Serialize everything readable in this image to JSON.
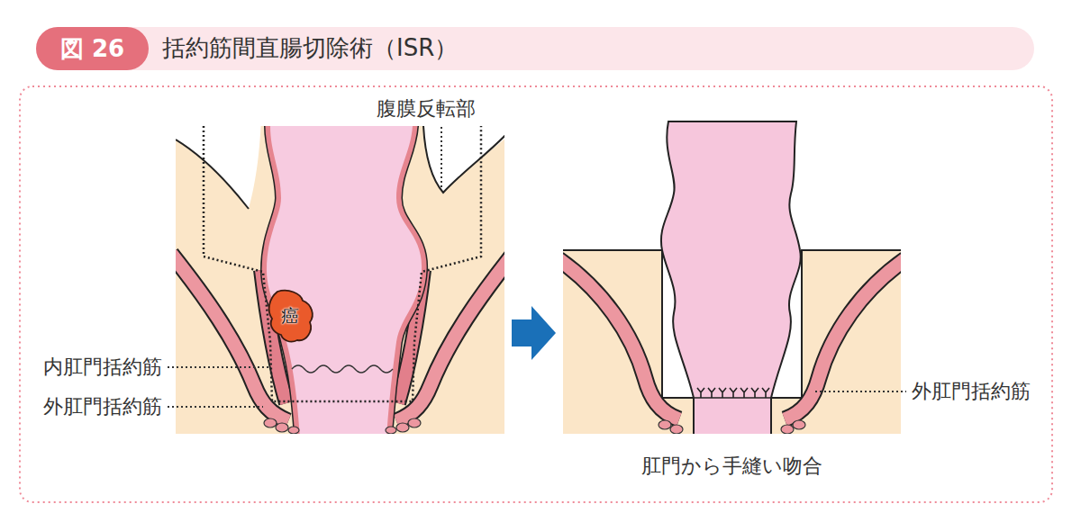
{
  "diagram": {
    "title": "括約筋間直腸切除術（ISR）",
    "caption": "肛門から手縫い吻合",
    "nodes": [
      {
        "text": [
          "癌"
        ]
      }
    ],
    "labels": [
      "図 26",
      "腹膜反転部",
      "内肛門括約筋",
      "外肛門括約筋",
      "外肛門括約筋"
    ]
  }
}
